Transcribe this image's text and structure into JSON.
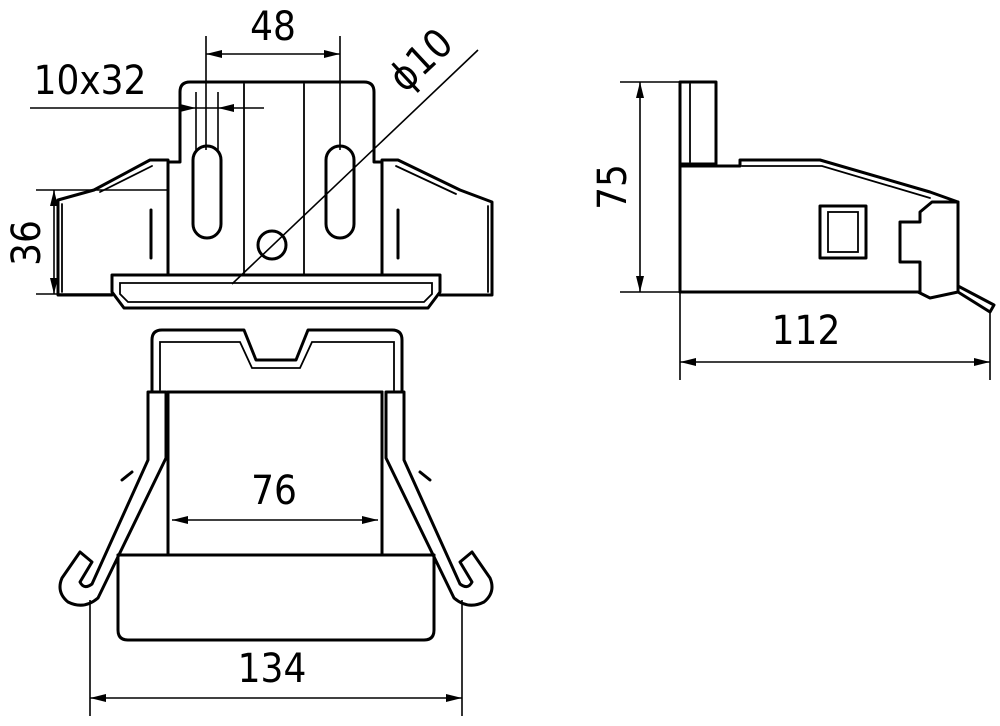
{
  "dimensions": {
    "width_top": "48",
    "slot": "10x32",
    "hole": "ϕ10",
    "height_front": "36",
    "height_side": "75",
    "depth_side": "112",
    "inner_width": "76",
    "overall_width": "134"
  }
}
